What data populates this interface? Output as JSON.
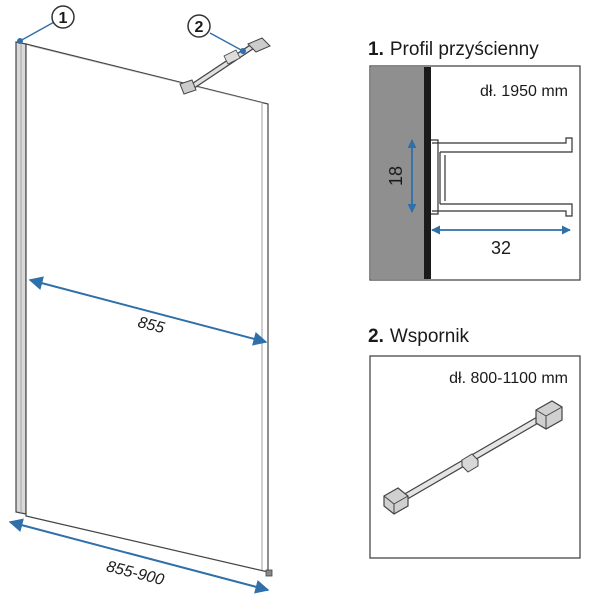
{
  "callouts": {
    "one": "1",
    "two": "2"
  },
  "dimensions": {
    "glass_width": "855",
    "bottom_width": "855-900"
  },
  "panel1": {
    "number": "1.",
    "title": "Profil przyścienny",
    "length": "dł. 1950 mm",
    "dim_height": "18",
    "dim_width": "32"
  },
  "panel2": {
    "number": "2.",
    "title": "Wspornik",
    "length": "dł. 800-1100 mm"
  },
  "colors": {
    "dimension_blue": "#2f6faa",
    "wall_gray": "#8f8f8f",
    "profile_dark": "#1a1a1a",
    "line_gray": "#555555"
  }
}
